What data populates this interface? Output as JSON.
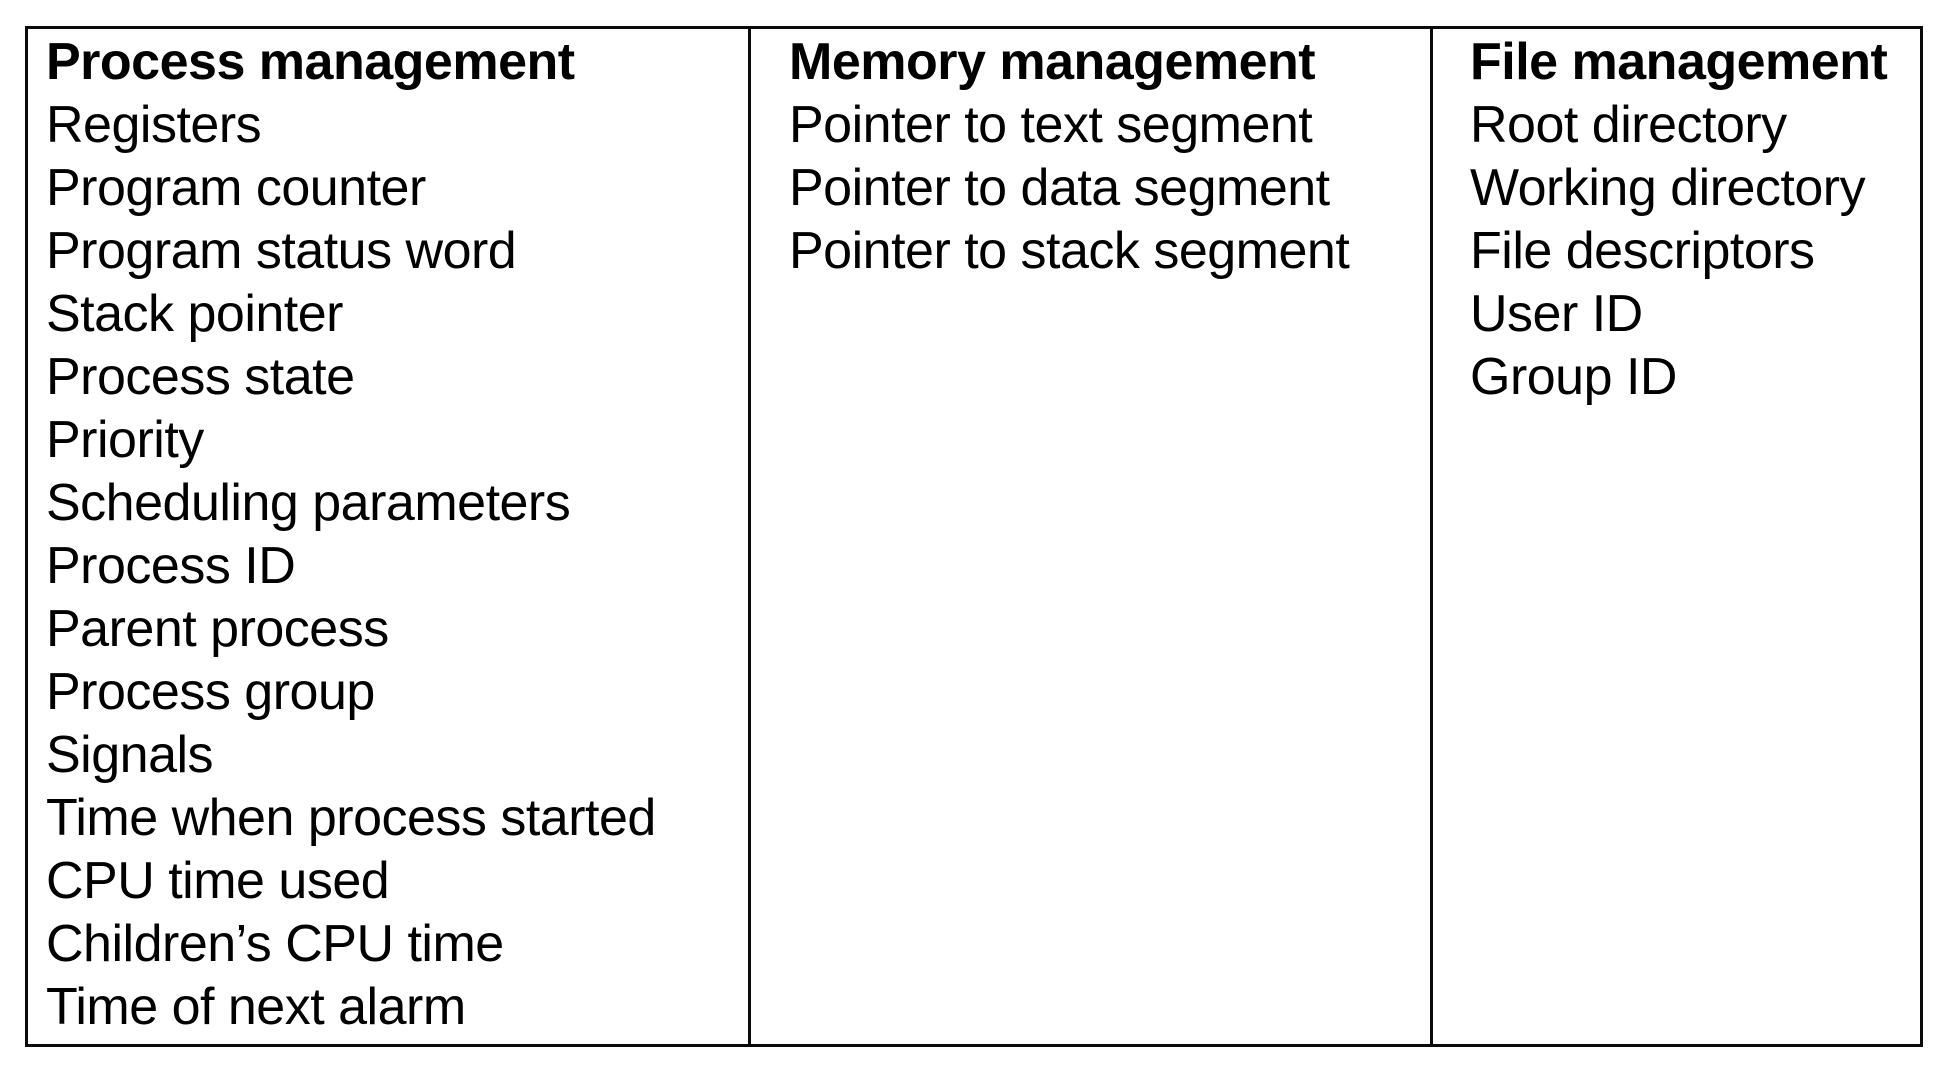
{
  "figure": {
    "columns": [
      {
        "header": "Process management",
        "items": [
          "Registers",
          "Program counter",
          "Program status word",
          "Stack pointer",
          "Process state",
          "Priority",
          "Scheduling parameters",
          "Process ID",
          "Parent process",
          "Process group",
          "Signals",
          "Time when process started",
          "CPU time used",
          "Children’s CPU time",
          "Time of next alarm"
        ]
      },
      {
        "header": "Memory management",
        "items": [
          "Pointer to text segment",
          "Pointer to data segment",
          "Pointer to stack segment"
        ]
      },
      {
        "header": "File management",
        "items": [
          "Root directory",
          "Working directory",
          "File descriptors",
          "User ID",
          "Group ID"
        ]
      }
    ],
    "colors": {
      "border": "#0a0a0a",
      "text": "#000000",
      "background": "#ffffff"
    }
  }
}
